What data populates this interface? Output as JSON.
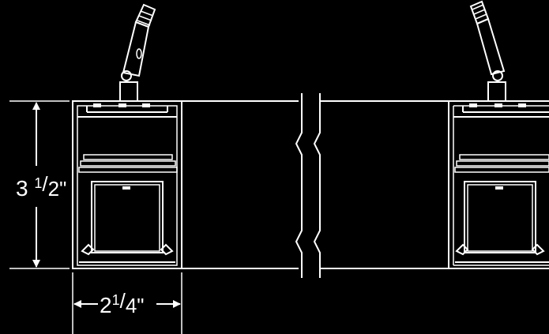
{
  "dimensions": {
    "height": {
      "whole": "3",
      "num": "1",
      "den": "2",
      "unit": "\""
    },
    "width": {
      "whole": "2",
      "num": "1",
      "den": "4",
      "unit": "\""
    }
  },
  "colors": {
    "background": "#000000",
    "line": "#ffffff"
  }
}
